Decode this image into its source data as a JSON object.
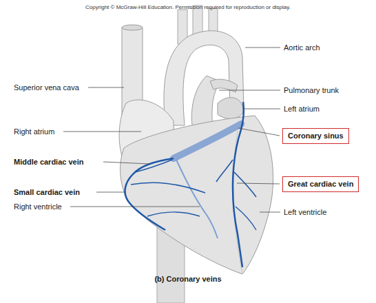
{
  "diagram": {
    "caption": "(b) Coronary veins",
    "nodes": [
      {
        "text": [
          "Coronary sinus"
        ]
      },
      {
        "text": [
          "Great cardiac vein"
        ]
      }
    ],
    "labels": [
      "Copyright © McGraw-Hill Education. Permission required for reproduction or display.",
      "Aortic arch",
      "Superior vena cava",
      "Pulmonary trunk",
      "Left atrium",
      "Right atrium",
      "Middle cardiac vein",
      "Small cardiac vein",
      "Right ventricle",
      "Left ventricle"
    ]
  }
}
